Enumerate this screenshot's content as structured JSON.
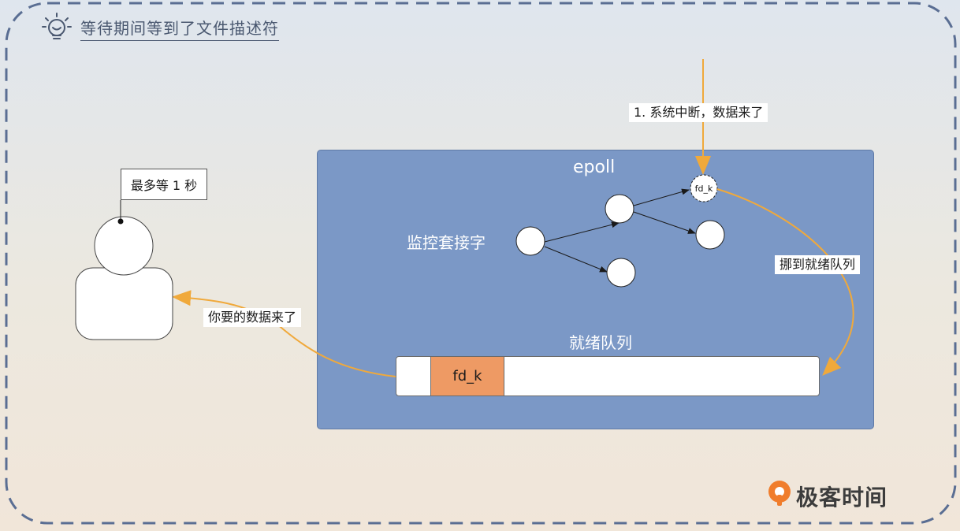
{
  "header": {
    "title": "等待期间等到了文件描述符",
    "icon": "lightbulb-icon"
  },
  "epoll": {
    "title": "epoll",
    "monitor_label": "监控套接字",
    "ready_queue_label": "就绪队列",
    "fd_node_label": "fd_k",
    "queue_item": "fd_k"
  },
  "labels": {
    "interrupt": "1. 系统中断，数据来了",
    "move_to_ready": "挪到就绪队列",
    "data_arrived": "你要的数据来了",
    "wait_note": "最多等 1 秒"
  },
  "brand": {
    "name": "极客时间",
    "icon": "geektime-logo-icon"
  },
  "colors": {
    "epoll_box": "#7b98c6",
    "queue_item": "#ee9a64",
    "arrow_orange": "#f0a93b",
    "frame_dash": "#5a6e93",
    "logo_orange": "#f07d2c"
  }
}
